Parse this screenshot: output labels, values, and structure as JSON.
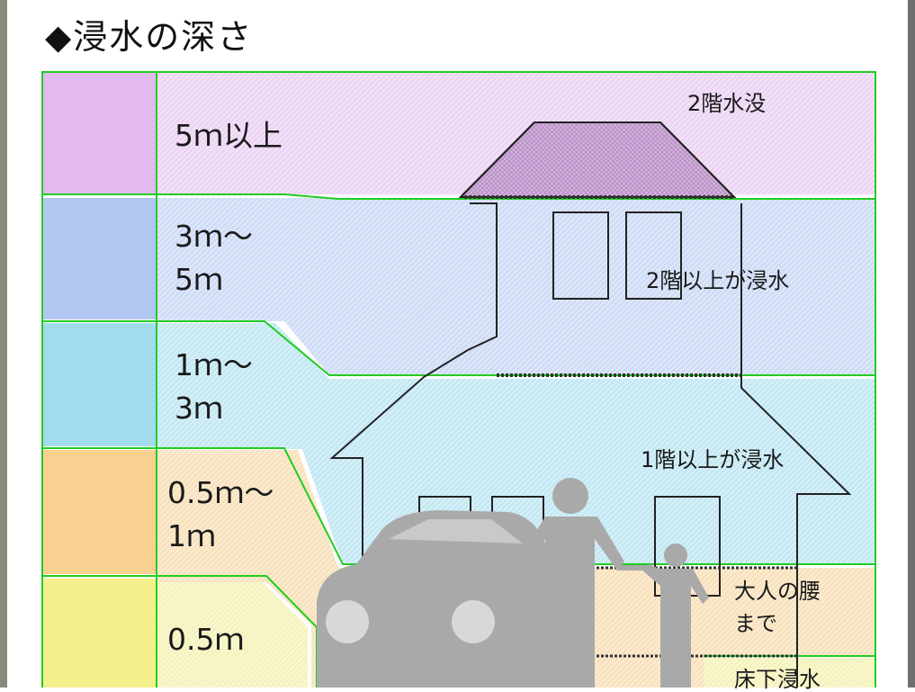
{
  "title": "◆浸水の深さ",
  "bands": [
    {
      "label": "5ｍ以上",
      "color": "#e3baef",
      "note": "2階水没"
    },
    {
      "label": "3ｍ～\n5ｍ",
      "color": "#b2c7f0",
      "note": "2階以上が浸水"
    },
    {
      "label": "1ｍ～\n3ｍ",
      "color": "#a2dcec",
      "note": "1階以上が浸水"
    },
    {
      "label": "0.5ｍ～\n1ｍ",
      "color": "#f8d08f",
      "note": "大人の腰\nまで"
    },
    {
      "label": "0.5ｍ",
      "color": "#f2ef8c",
      "note": "床下浸水"
    }
  ]
}
